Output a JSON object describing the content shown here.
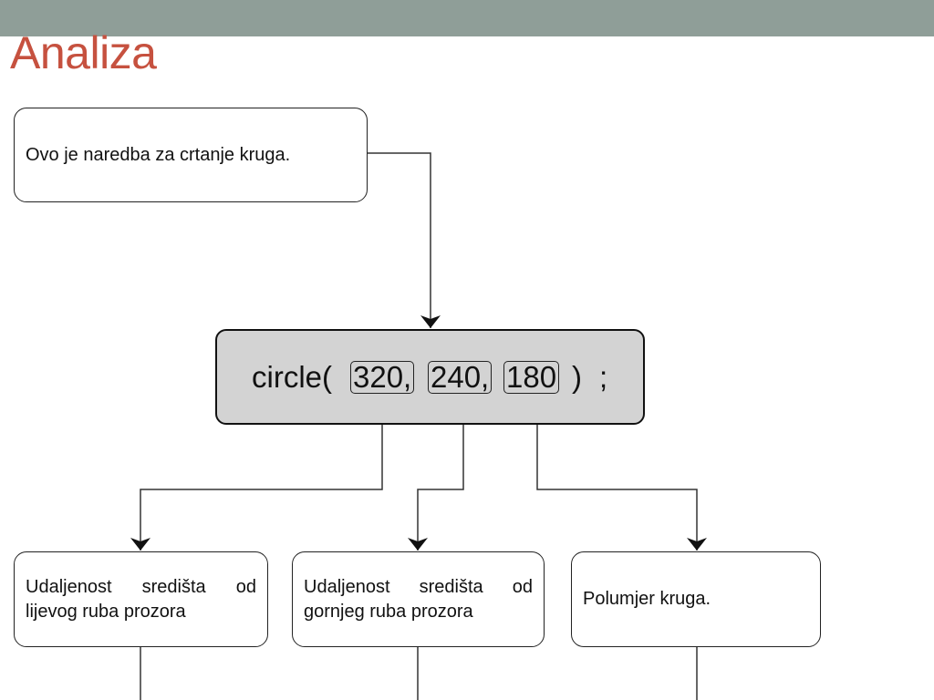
{
  "slide": {
    "title": "Analiza",
    "colors": {
      "title": "#c6513f",
      "top_bar": "#8f9e98",
      "code_box_fill": "#d3d3d3"
    }
  },
  "diagram": {
    "command_note": "Ovo je naredba za crtanje kruga.",
    "code": {
      "function": "circle(",
      "arg1": "320,",
      "arg2": "240,",
      "arg3": "180",
      "closing": ")",
      "semicolon": ";"
    },
    "explanations": {
      "left_distance": "Udaljenost središta od lijevog ruba prozora",
      "top_distance": "Udaljenost središta od gornjeg ruba prozora",
      "radius": "Polumjer kruga."
    }
  }
}
